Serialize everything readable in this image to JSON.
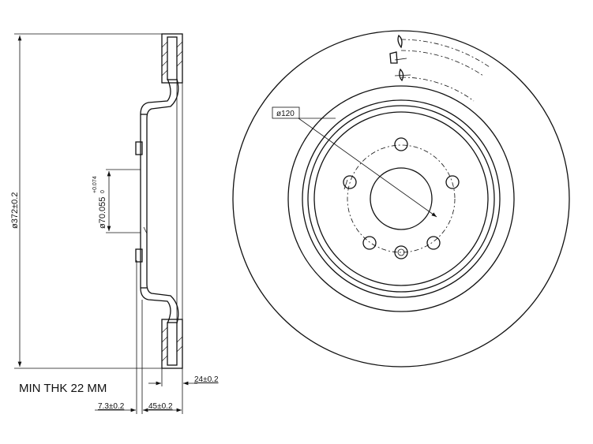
{
  "side_view": {
    "outer_diameter_label": "ø372±0.2",
    "bore_diameter_label": "ø70.055",
    "bore_tolerance_upper": "+0.074",
    "bore_tolerance_lower": "0",
    "min_thickness_note": "MIN THK 22 MM",
    "thickness_label": "24±0.2",
    "hat_offset_label": "7.3±0.2",
    "overall_height_label": "45±0.2"
  },
  "front_view": {
    "bolt_circle_label": "ø120",
    "bolt_hole_count": 5
  }
}
